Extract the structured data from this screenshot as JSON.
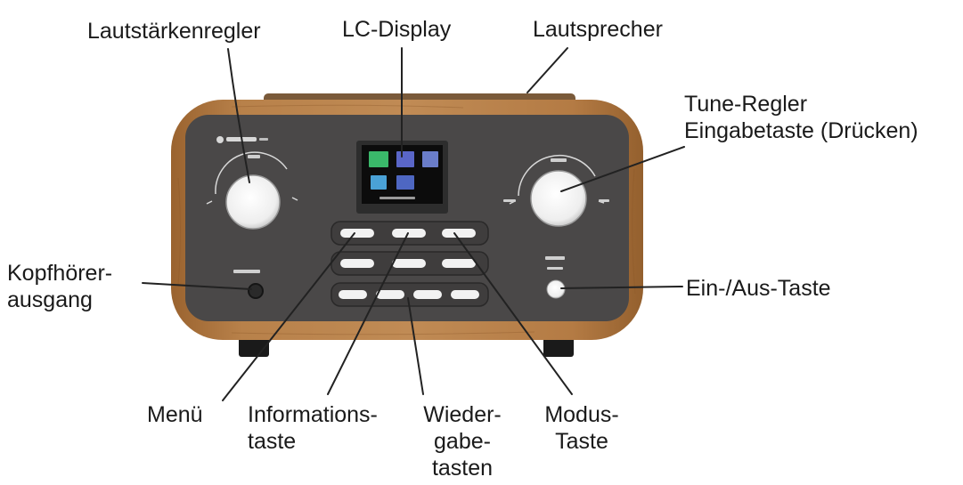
{
  "labels": {
    "volume": "Lautstärkenregler",
    "display": "LC-Display",
    "speaker": "Lautsprecher",
    "tune_line1": "Tune-Regler",
    "tune_line2": "Eingabetaste (Drücken)",
    "headphone_line1": "Kopfhörer-",
    "headphone_line2": "ausgang",
    "power": "Ein-/Aus-Taste",
    "menu": "Menü",
    "info_line1": "Informations-",
    "info_line2": "taste",
    "playback_line1": "Wieder-",
    "playback_line2": "gabe-",
    "playback_line3": "tasten",
    "mode_line1": "Modus-",
    "mode_line2": "Taste"
  },
  "colors": {
    "wood": "#b0783f",
    "wood_dark": "#8e5a2b",
    "panel": "#4a4848",
    "knob": "#f4f4f4",
    "screen_bg": "#0c0c0c",
    "leader_line": "#222222"
  },
  "icons": [
    "device-logo-icon"
  ]
}
